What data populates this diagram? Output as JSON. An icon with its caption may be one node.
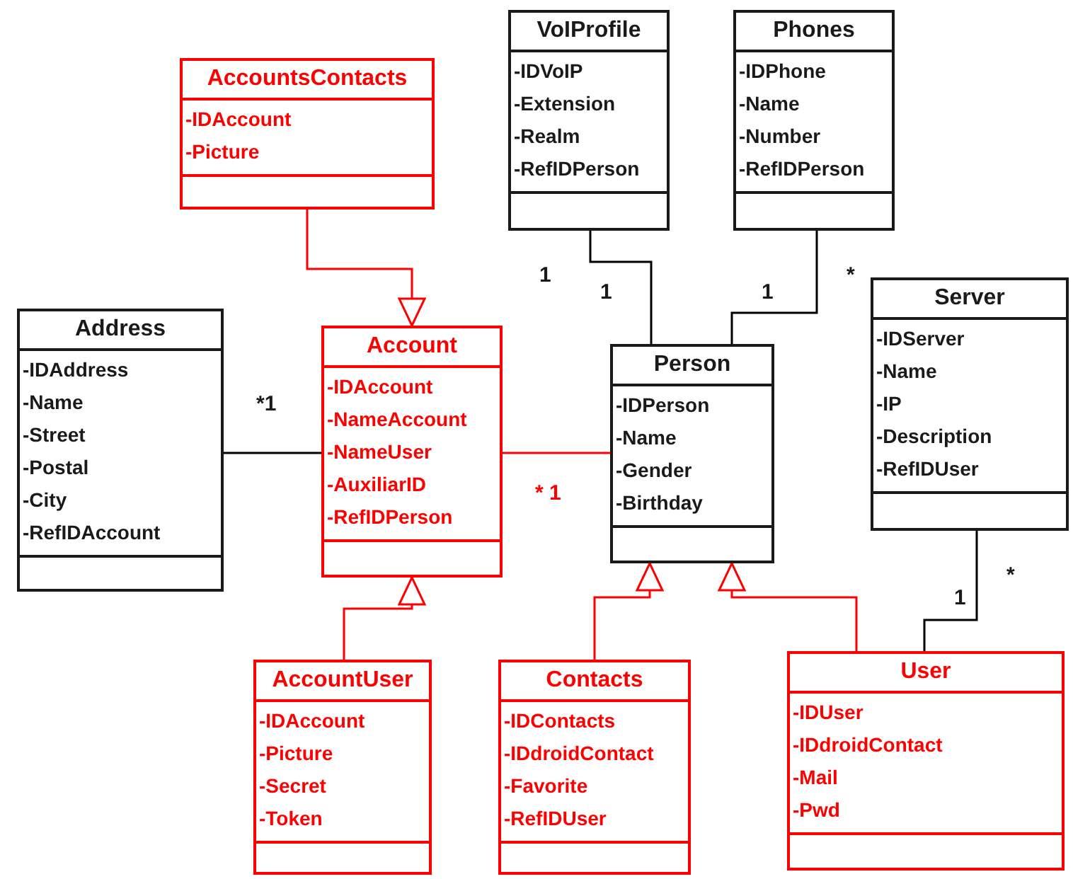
{
  "diagram": {
    "nodes": [
      {
        "text": [
          "VoIProfile",
          "-IDVoIP",
          "-Extension",
          "-Realm",
          "-RefIDPerson"
        ]
      },
      {
        "text": [
          "Phones",
          "-IDPhone",
          "-Name",
          "-Number",
          "-RefIDPerson"
        ]
      },
      {
        "text": [
          "AccountsContacts",
          "-IDAccount",
          "-Picture"
        ]
      },
      {
        "text": [
          "Server",
          "-IDServer",
          "-Name",
          "-IP",
          "-Description",
          "-RefIDUser"
        ]
      },
      {
        "text": [
          "Address",
          "-IDAddress",
          "-Name",
          "-Street",
          "-Postal",
          "-City",
          "-RefIDAccount"
        ]
      },
      {
        "text": [
          "Account",
          "-IDAccount",
          "-NameAccount",
          "-NameUser",
          "-AuxiliarID",
          "-RefIDPerson"
        ]
      },
      {
        "text": [
          "Person",
          "-IDPerson",
          "-Name",
          "-Gender",
          "-Birthday"
        ]
      },
      {
        "text": [
          "AccountUser",
          "-IDAccount",
          "-Picture",
          "-Secret",
          "-Token"
        ]
      },
      {
        "text": [
          "Contacts",
          "-IDContacts",
          "-IDdroidContact",
          "-Favorite",
          "-RefIDUser"
        ]
      },
      {
        "text": [
          "User",
          "-IDUser",
          "-IDdroidContact",
          "-Mail",
          "-Pwd"
        ]
      }
    ],
    "edges": [
      {
        "from": 2,
        "to": 5,
        "arrow": "to",
        "color": "#ff0000"
      },
      {
        "from": 4,
        "to": 5,
        "arrow": "none",
        "color": "#000000"
      },
      {
        "from": 5,
        "to": 6,
        "arrow": "none",
        "color": "#ff0000"
      },
      {
        "from": 0,
        "to": 6,
        "arrow": "none",
        "color": "#000000"
      },
      {
        "from": 1,
        "to": 6,
        "arrow": "none",
        "color": "#000000"
      },
      {
        "from": 7,
        "to": 5,
        "arrow": "to",
        "color": "#ff0000"
      },
      {
        "from": 8,
        "to": 6,
        "arrow": "to",
        "color": "#ff0000"
      },
      {
        "from": 9,
        "to": 6,
        "arrow": "to",
        "color": "#ff0000"
      },
      {
        "from": 3,
        "to": 9,
        "arrow": "none",
        "color": "#000000"
      }
    ],
    "labels": [
      "1",
      "*",
      "1",
      "1",
      "*1",
      "* 1",
      "*",
      "1"
    ]
  }
}
